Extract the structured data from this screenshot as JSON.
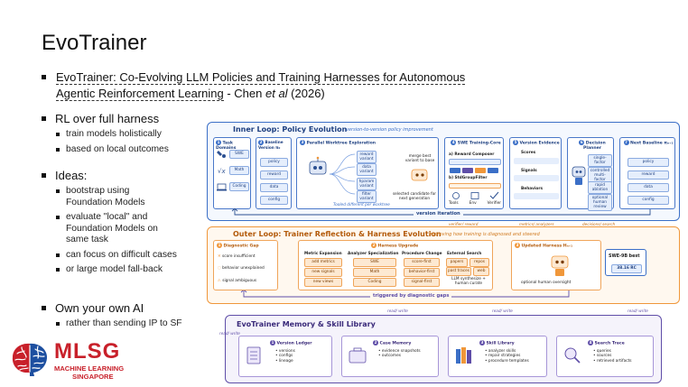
{
  "slide": {
    "title": "EvoTrainer",
    "paper": {
      "link_text": "EvoTrainer: Co-Evolving LLM Policies and Training Harnesses for Autonomous Agentic Reinforcement Learning",
      "authors_prefix": " - Chen ",
      "et_al": "et al",
      "year": " (2026)"
    },
    "sections": [
      {
        "heading": "RL over full harness",
        "items": [
          "train models holistically",
          "based on local outcomes"
        ]
      },
      {
        "heading": "Ideas:",
        "items": [
          "bootstrap using Foundation Models",
          "evaluate \"local\" and Foundation Models on same task",
          "can focus on difficult cases",
          "or large model fall-back"
        ]
      },
      {
        "heading": "Own your own AI",
        "items": [
          "rather than sending IP to SF"
        ]
      }
    ]
  },
  "logo": {
    "mlsg": "MLSG",
    "line1": "MACHINE LEARNING",
    "line2": "SINGAPORE",
    "colors": {
      "red": "#c8202a",
      "blue": "#1d4fa0"
    }
  },
  "diagram": {
    "inner": {
      "title": "Inner Loop: Policy Evolution",
      "subtitle": "version-to-version policy improvement",
      "steps": [
        {
          "n": "1",
          "label": "Task Domains",
          "items": [
            "SWE",
            "Math",
            "Coding"
          ]
        },
        {
          "n": "2",
          "label": "Baseline Version π₀",
          "items": [
            "policy",
            "reward",
            "data",
            "config"
          ]
        },
        {
          "n": "3",
          "label": "Parallel Worktree Exploration",
          "items": [
            "reward variant",
            "data variant",
            "hparam variant",
            "filter variant"
          ],
          "note": "merge best variant to base",
          "sel": "selected candidate for next generation",
          "foot": "Tooled different per worktree"
        },
        {
          "n": "4",
          "label": "SWE Training-Core",
          "items": [
            "a) Reward Composer",
            "b) StdGroupFilter",
            "Tools",
            "Env",
            "Verifier"
          ]
        },
        {
          "n": "5",
          "label": "Version Evidence",
          "items": [
            "Scores",
            "Signals",
            "Behaviors"
          ]
        },
        {
          "n": "6",
          "label": "Decision Planner",
          "items": [
            "single-factor",
            "controlled multi-factor",
            "rapid ablation",
            "optional human review"
          ]
        },
        {
          "n": "7",
          "label": "Next Baseline πₙ₊₁",
          "items": [
            "policy",
            "reward",
            "data",
            "config"
          ]
        }
      ],
      "iteration_label": "version iteration"
    },
    "links": [
      "verifier/ reward",
      "metrics/ analyzers",
      "decisions/ search"
    ],
    "outer": {
      "title": "Outer Loop: Trainer Reflection & Harness Evolution",
      "subtitle": "improving how training is diagnosed and steered",
      "diag_gap": {
        "n": "1",
        "label": "Diagnostic Gap",
        "items": [
          "score insufficient",
          "behavior unexplained",
          "signal ambiguous"
        ]
      },
      "upgrade": {
        "n": "2",
        "label": "Harness Upgrade",
        "metric": {
          "label": "Metric Expansion",
          "items": [
            "add metrics",
            "new signals",
            "new views"
          ]
        },
        "analyzer": {
          "label": "Analyzer Specialization",
          "items": [
            "SWE",
            "Math",
            "Coding"
          ]
        },
        "procedure": {
          "label": "Procedure Change",
          "items": [
            "score-first",
            "behavior-first",
            "signal-first"
          ]
        },
        "search": {
          "label": "External Search",
          "items": [
            "papers",
            "repos",
            "past traces",
            "web"
          ],
          "note": "LLM synthesize + human curate"
        }
      },
      "updated": {
        "n": "3",
        "label": "Updated Harness Hₙ₊₁",
        "note": "optional human oversight",
        "result_title": "SWE-9B best",
        "result_value": "38.16 RC"
      },
      "trigger": "triggered by diagnostic gaps"
    },
    "memory": {
      "title": "EvoTrainer Memory & Skill Library",
      "rw": "read/ write",
      "cards": [
        {
          "n": "1",
          "label": "Version Ledger",
          "items": [
            "versions",
            "configs",
            "lineage"
          ]
        },
        {
          "n": "2",
          "label": "Case Memory",
          "items": [
            "evidence snapshots",
            "outcomes"
          ]
        },
        {
          "n": "3",
          "label": "Skill Library",
          "items": [
            "analyzer skills",
            "repair strategies",
            "procedure templates"
          ]
        },
        {
          "n": "4",
          "label": "Search Trace",
          "items": [
            "queries",
            "sources",
            "retrieved artifacts"
          ]
        }
      ]
    }
  }
}
